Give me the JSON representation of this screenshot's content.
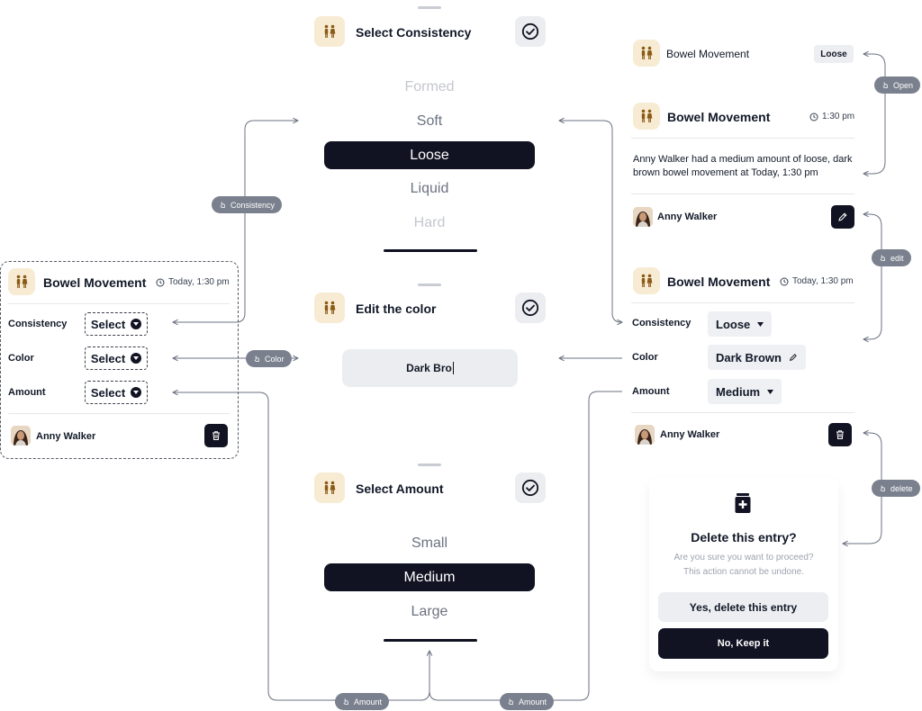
{
  "consistency_sheet": {
    "title": "Select Consistency",
    "options": [
      "Formed",
      "Soft",
      "Loose",
      "Liquid",
      "Hard"
    ]
  },
  "color_sheet": {
    "title": "Edit the color",
    "input_value": "Dark Bro"
  },
  "amount_sheet": {
    "title": "Select Amount",
    "options": [
      "Small",
      "Medium",
      "Large"
    ]
  },
  "empty_form": {
    "title": "Bowel Movement",
    "time": "Today, 1:30 pm",
    "rows": [
      {
        "label": "Consistency",
        "value": "Select"
      },
      {
        "label": "Color",
        "value": "Select"
      },
      {
        "label": "Amount",
        "value": "Select"
      }
    ],
    "user": "Anny Walker"
  },
  "collapsed_entry": {
    "title": "Bowel Movement",
    "badge": "Loose"
  },
  "detail_card": {
    "title": "Bowel Movement",
    "time": "1:30 pm",
    "description": "Anny Walker had a medium amount of loose, dark brown bowel movement at Today, 1:30 pm",
    "user": "Anny Walker"
  },
  "edit_form": {
    "title": "Bowel Movement",
    "time": "Today, 1:30 pm",
    "rows": [
      {
        "label": "Consistency",
        "value": "Loose"
      },
      {
        "label": "Color",
        "value": "Dark Brown"
      },
      {
        "label": "Amount",
        "value": "Medium"
      }
    ],
    "user": "Anny Walker"
  },
  "delete_dialog": {
    "title": "Delete this entry?",
    "message_line1": "Are you sure you want to proceed?",
    "message_line2": "This action cannot be undone.",
    "confirm_label": "Yes, delete this entry",
    "cancel_label": "No, Keep it"
  },
  "flow_labels": {
    "consistency": "Consistency",
    "color": "Color",
    "amount_left": "Amount",
    "amount_right": "Amount",
    "open": "Open",
    "edit": "edit",
    "delete": "delete"
  },
  "colors": {
    "accent_dark": "#111322",
    "icon_tile": "#F7EBD3",
    "icon_glyph": "#8A5A16",
    "connector": "#6B7280"
  }
}
